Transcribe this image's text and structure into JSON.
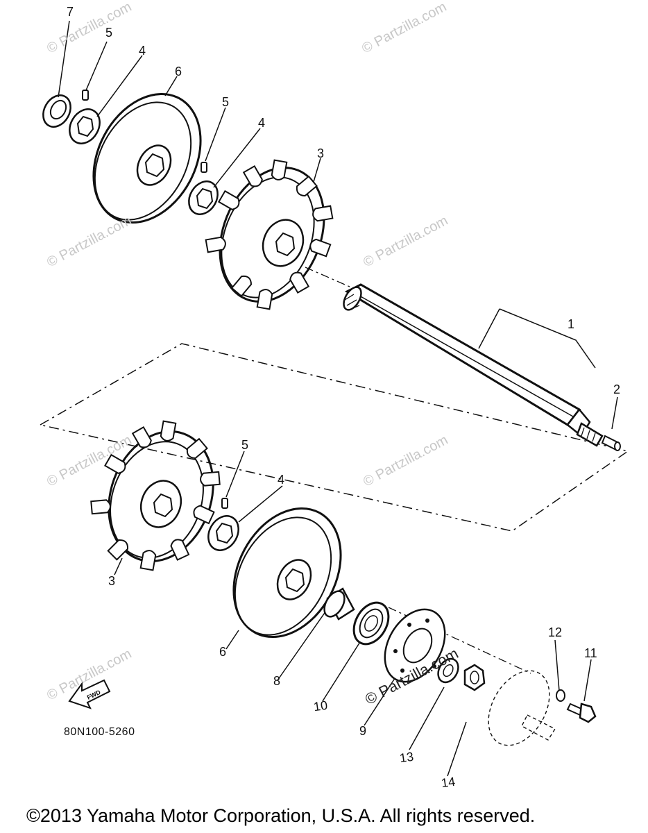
{
  "diagram": {
    "callouts": [
      {
        "id": "c7a",
        "label": "7"
      },
      {
        "id": "c5a",
        "label": "5"
      },
      {
        "id": "c4a",
        "label": "4"
      },
      {
        "id": "c6a",
        "label": "6"
      },
      {
        "id": "c5b",
        "label": "5"
      },
      {
        "id": "c4b",
        "label": "4"
      },
      {
        "id": "c3a",
        "label": "3"
      },
      {
        "id": "c1",
        "label": "1"
      },
      {
        "id": "c2",
        "label": "2"
      },
      {
        "id": "c5c",
        "label": "5"
      },
      {
        "id": "c4c",
        "label": "4"
      },
      {
        "id": "c3b",
        "label": "3"
      },
      {
        "id": "c6b",
        "label": "6"
      },
      {
        "id": "c8",
        "label": "8"
      },
      {
        "id": "c10",
        "label": "10"
      },
      {
        "id": "c9",
        "label": "9"
      },
      {
        "id": "c13",
        "label": "13"
      },
      {
        "id": "c14",
        "label": "14"
      },
      {
        "id": "c12",
        "label": "12"
      },
      {
        "id": "c11",
        "label": "11"
      }
    ],
    "fwd_label": "FWD",
    "diagram_code": "80N100-5260",
    "watermark": "© Partzilla.com",
    "copyright": "©2013  Yamaha Motor Corporation, U.S.A. All rights reserved."
  }
}
